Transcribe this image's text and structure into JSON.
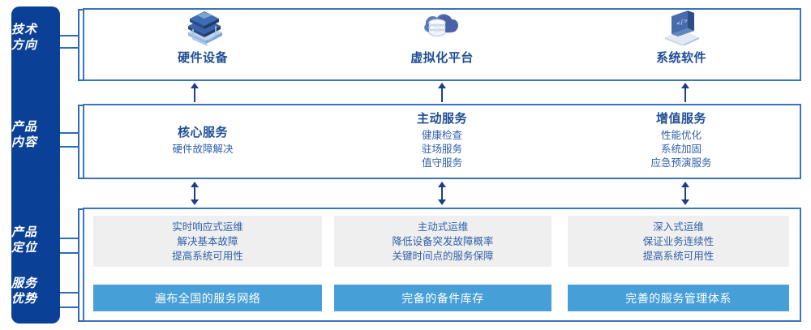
{
  "sidebar": {
    "labels": [
      {
        "id": "tech-direction",
        "line1": "技术",
        "line2": "方向"
      },
      {
        "id": "product-content",
        "line1": "产品",
        "line2": "内容"
      },
      {
        "id": "product-position",
        "line1": "产品",
        "line2": "定位"
      },
      {
        "id": "service-advantage",
        "line1": "服务",
        "line2": "优势"
      }
    ],
    "bg_color": "#0A4196"
  },
  "tech_direction": {
    "columns": [
      {
        "icon": "server-stack-icon",
        "title": "硬件设备"
      },
      {
        "icon": "cloud-database-icon",
        "title": "虚拟化平台"
      },
      {
        "icon": "laptop-code-icon",
        "title": "系统软件"
      }
    ]
  },
  "product_content": {
    "columns": [
      {
        "title": "核心服务",
        "items": [
          "硬件故障解决"
        ]
      },
      {
        "title": "主动服务",
        "items": [
          "健康检查",
          "驻场服务",
          "值守服务"
        ]
      },
      {
        "title": "增值服务",
        "items": [
          "性能优化",
          "系统加固",
          "应急预演服务"
        ]
      }
    ]
  },
  "product_position": {
    "cards": [
      {
        "lines": [
          "实时响应式运维",
          "解决基本故障",
          "提高系统可用性"
        ]
      },
      {
        "lines": [
          "主动式运维",
          "降低设备突发故障概率",
          "关键时间点的服务保障"
        ]
      },
      {
        "lines": [
          "深入式运维",
          "保证业务连续性",
          "提高系统可用性"
        ]
      }
    ],
    "bg_color": "#EFEFEF"
  },
  "service_advantage": {
    "bars": [
      {
        "text": "遍布全国的服务网络"
      },
      {
        "text": "完备的备件库存"
      },
      {
        "text": "完善的服务管理体系"
      }
    ],
    "bg_color": "#479FD8"
  },
  "connectors": {
    "arrow_color": "#1D3F87",
    "line_color": "#2E6CB8",
    "box_border_color": "#3C73B9"
  }
}
